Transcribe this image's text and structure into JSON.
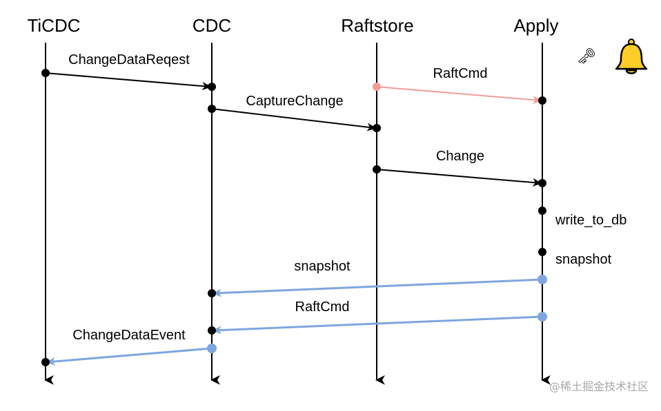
{
  "participants": [
    "TiCDC",
    "CDC",
    "Raftstore",
    "Apply"
  ],
  "messages": [
    {
      "label": "ChangeDataReqest",
      "from": "TiCDC",
      "to": "CDC",
      "color": "#000000"
    },
    {
      "label": "RaftCmd",
      "from": "Raftstore",
      "to": "Apply",
      "color": "#f19c99"
    },
    {
      "label": "CaptureChange",
      "from": "CDC",
      "to": "Raftstore",
      "color": "#000000"
    },
    {
      "label": "Change",
      "from": "Raftstore",
      "to": "Apply",
      "color": "#000000"
    },
    {
      "label": "snapshot",
      "from": "Apply",
      "to": "CDC",
      "color": "#7ea6e0"
    },
    {
      "label": "RaftCmd",
      "from": "Apply",
      "to": "CDC",
      "color": "#7ea6e0"
    },
    {
      "label": "ChangeDataEvent",
      "from": "CDC",
      "to": "TiCDC",
      "color": "#7ea6e0"
    }
  ],
  "notes": [
    "write_to_db",
    "snapshot"
  ],
  "icons": [
    "key-icon",
    "bell-icon"
  ],
  "colors": {
    "line": "#000000",
    "pink": "#f19c99",
    "blue": "#7ea6e0",
    "bell": "#ffcd28"
  },
  "watermark": "@稀土掘金技术社区"
}
